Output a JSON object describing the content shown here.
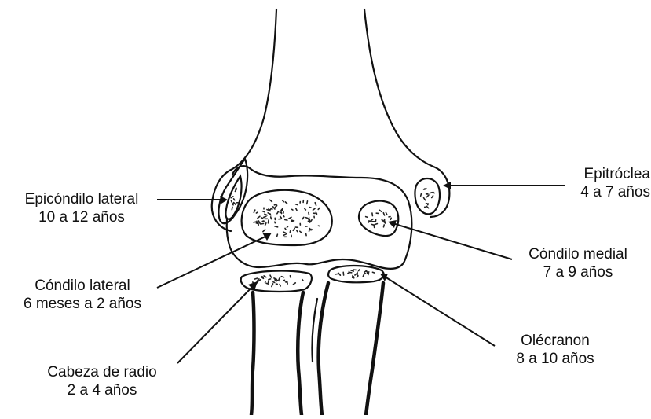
{
  "labels": {
    "epicondilo_lateral": {
      "name": "Epicóndilo lateral",
      "age": "10 a 12 años"
    },
    "epitroclea": {
      "name": "Epitróclea",
      "age": "4 a 7 años"
    },
    "condilo_medial": {
      "name": "Cóndilo medial",
      "age": "7 a 9 años"
    },
    "condilo_lateral": {
      "name": "Cóndilo lateral",
      "age": "6 meses a 2 años"
    },
    "olecranon": {
      "name": "Olécranon",
      "age": "8 a 10 años"
    },
    "cabeza_radio": {
      "name": "Cabeza de radio",
      "age": "2 a 4 años"
    }
  },
  "colors": {
    "ink": "#111111",
    "background": "#ffffff"
  }
}
